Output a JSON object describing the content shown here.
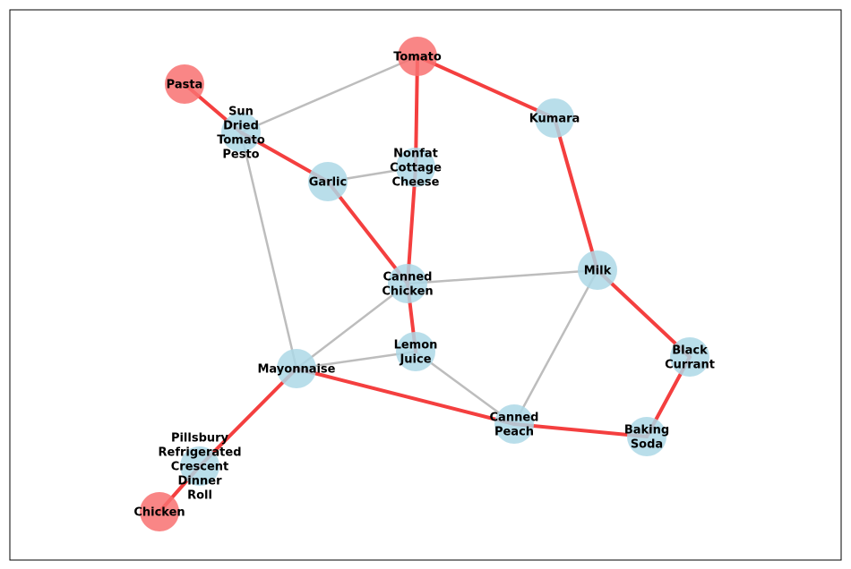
{
  "colors": {
    "start_node": "#f87171",
    "other_node": "#add8e6",
    "path_edge": "#f43f3f",
    "other_edge": "#bdbdbd",
    "frame": "#000000"
  },
  "graph": {
    "nodes": [
      {
        "id": "tomato",
        "label": "Tomato",
        "kind": "start"
      },
      {
        "id": "pasta",
        "label": "Pasta",
        "kind": "start"
      },
      {
        "id": "kumara",
        "label": "Kumara",
        "kind": "other"
      },
      {
        "id": "sdtp",
        "label": "Sun Dried Tomato Pesto",
        "kind": "other"
      },
      {
        "id": "nonfat",
        "label": "Nonfat Cottage Cheese",
        "kind": "other"
      },
      {
        "id": "garlic",
        "label": "Garlic",
        "kind": "other"
      },
      {
        "id": "milk",
        "label": "Milk",
        "kind": "other"
      },
      {
        "id": "cchicken",
        "label": "Canned Chicken",
        "kind": "other"
      },
      {
        "id": "lemon",
        "label": "Lemon Juice",
        "kind": "other"
      },
      {
        "id": "mayo",
        "label": "Mayonnaise",
        "kind": "other"
      },
      {
        "id": "blackcurrant",
        "label": "Black Currant",
        "kind": "other"
      },
      {
        "id": "cpeach",
        "label": "Canned Peach",
        "kind": "other"
      },
      {
        "id": "baking",
        "label": "Baking Soda",
        "kind": "other"
      },
      {
        "id": "pillsbury",
        "label": "Pillsbury Refrigerated Crescent Dinner Roll",
        "kind": "other"
      },
      {
        "id": "chicken",
        "label": "Chicken",
        "kind": "start"
      }
    ],
    "edges": [
      {
        "from": "tomato",
        "to": "sdtp",
        "path": false
      },
      {
        "from": "sdtp",
        "to": "mayo",
        "path": false
      },
      {
        "from": "garlic",
        "to": "nonfat",
        "path": false
      },
      {
        "from": "cchicken",
        "to": "milk",
        "path": false
      },
      {
        "from": "cchicken",
        "to": "mayo",
        "path": false
      },
      {
        "from": "mayo",
        "to": "lemon",
        "path": false
      },
      {
        "from": "lemon",
        "to": "cpeach",
        "path": false
      },
      {
        "from": "milk",
        "to": "cpeach",
        "path": false
      },
      {
        "from": "tomato",
        "to": "kumara",
        "path": true
      },
      {
        "from": "kumara",
        "to": "milk",
        "path": true
      },
      {
        "from": "tomato",
        "to": "nonfat",
        "path": true
      },
      {
        "from": "nonfat",
        "to": "cchicken",
        "path": true
      },
      {
        "from": "pasta",
        "to": "sdtp",
        "path": true
      },
      {
        "from": "sdtp",
        "to": "garlic",
        "path": true
      },
      {
        "from": "garlic",
        "to": "cchicken",
        "path": true
      },
      {
        "from": "cchicken",
        "to": "lemon",
        "path": true
      },
      {
        "from": "milk",
        "to": "blackcurrant",
        "path": true
      },
      {
        "from": "blackcurrant",
        "to": "baking",
        "path": true
      },
      {
        "from": "baking",
        "to": "cpeach",
        "path": true
      },
      {
        "from": "cpeach",
        "to": "mayo",
        "path": true
      },
      {
        "from": "mayo",
        "to": "pillsbury",
        "path": true
      },
      {
        "from": "pillsbury",
        "to": "chicken",
        "path": true
      }
    ]
  }
}
